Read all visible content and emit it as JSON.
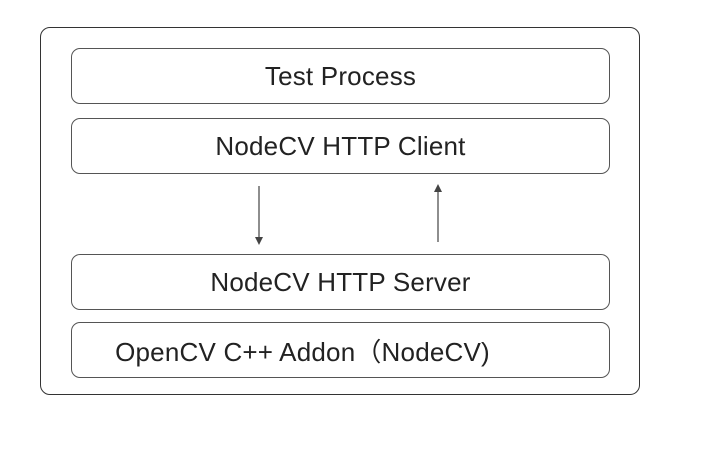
{
  "diagram": {
    "layers": [
      {
        "label": "Test Process"
      },
      {
        "label": "NodeCV HTTP Client"
      },
      {
        "label": "NodeCV HTTP Server"
      },
      {
        "label": "OpenCV C++ Addon（NodeCV)"
      }
    ],
    "arrows": [
      {
        "from": "NodeCV HTTP Client",
        "to": "NodeCV HTTP Server"
      },
      {
        "from": "NodeCV HTTP Server",
        "to": "NodeCV HTTP Client"
      }
    ]
  }
}
